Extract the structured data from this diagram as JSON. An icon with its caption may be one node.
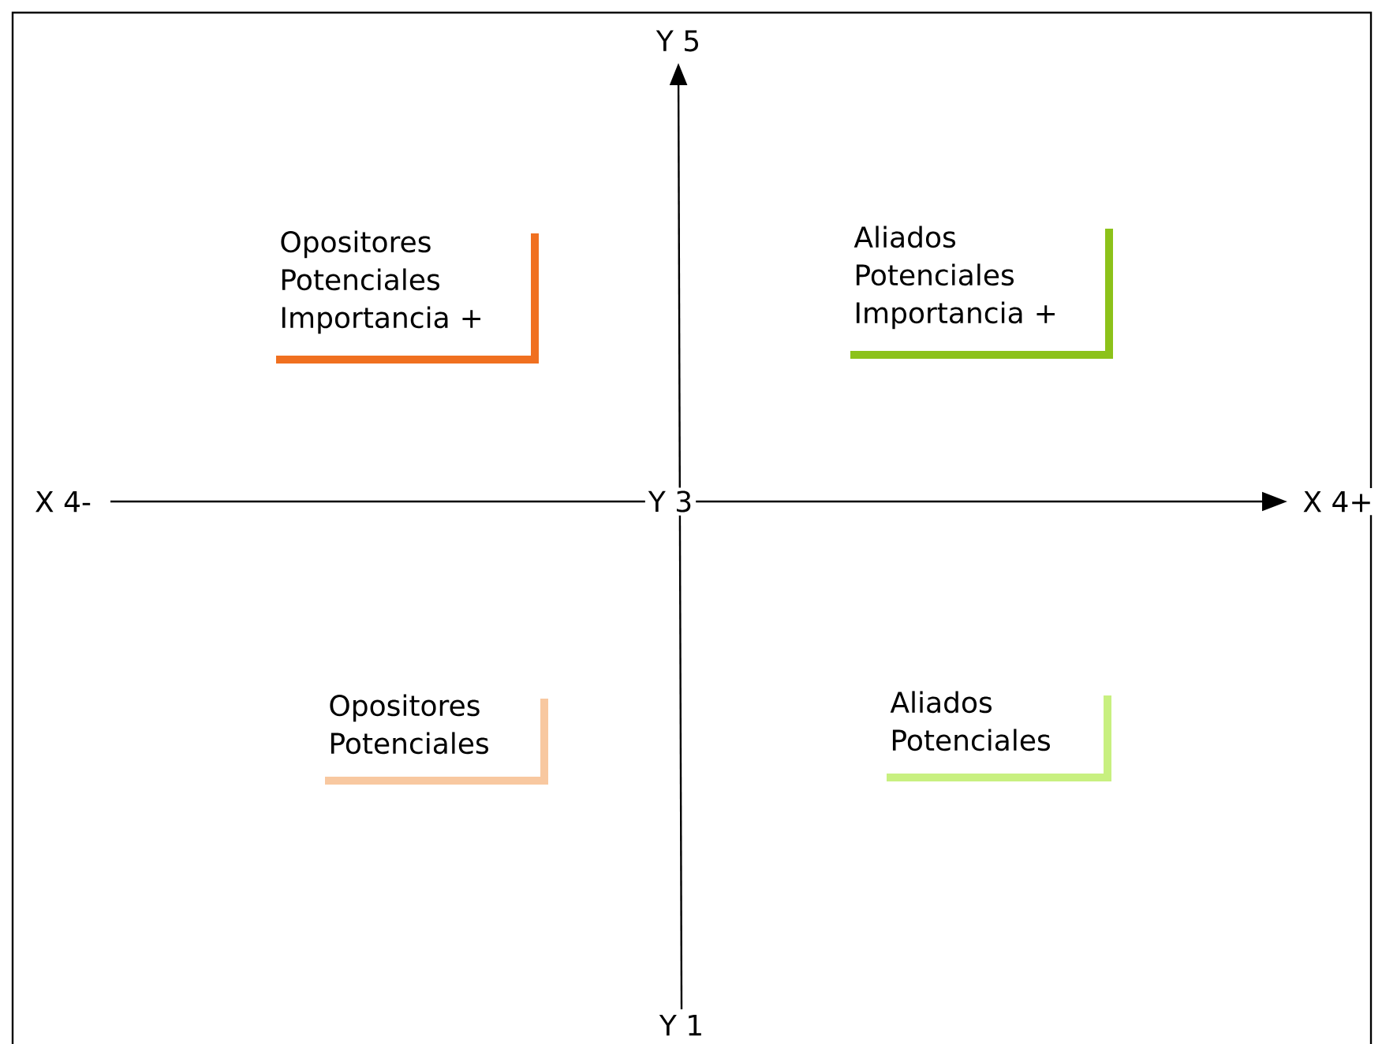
{
  "diagram": {
    "nodes": [
      {
        "text": [
          "Opositores Potenciales Importancia +"
        ]
      },
      {
        "text": [
          "Aliados Potenciales Importancia +"
        ]
      },
      {
        "text": [
          "Opositores Potenciales"
        ]
      },
      {
        "text": [
          "Aliados Potenciales"
        ]
      }
    ],
    "labels": [
      "Y 5",
      "X 4-",
      "Y 3",
      "X 4+",
      "Y 1"
    ]
  }
}
